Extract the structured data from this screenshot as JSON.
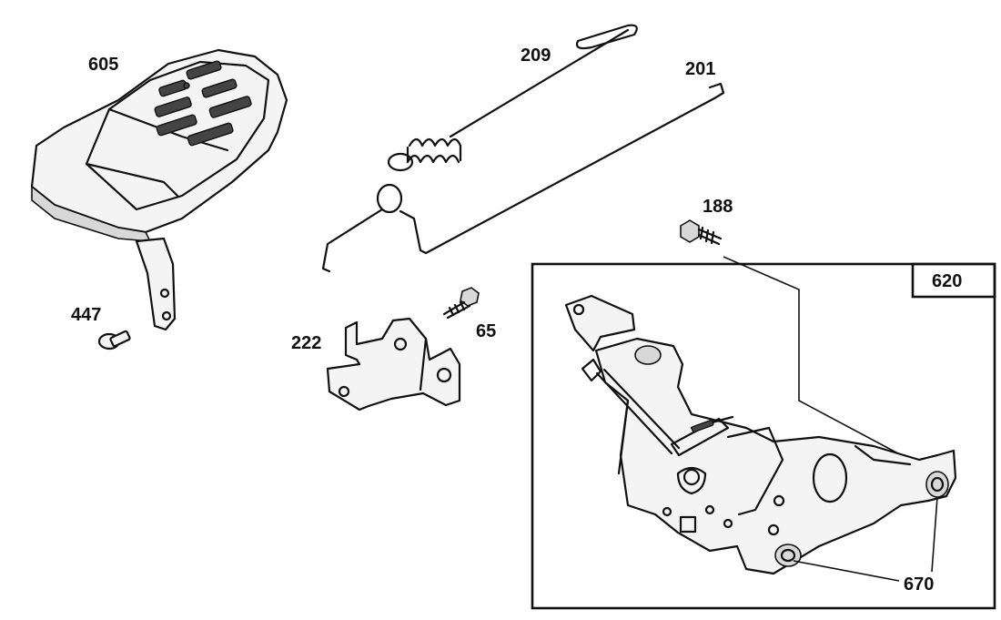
{
  "labels": {
    "cover": "605",
    "screw_447": "447",
    "spring": "209",
    "link_rod": "201",
    "bolt_188": "188",
    "screw_65": "65",
    "bracket": "222",
    "assembly_box": "620",
    "bushing": "670"
  }
}
